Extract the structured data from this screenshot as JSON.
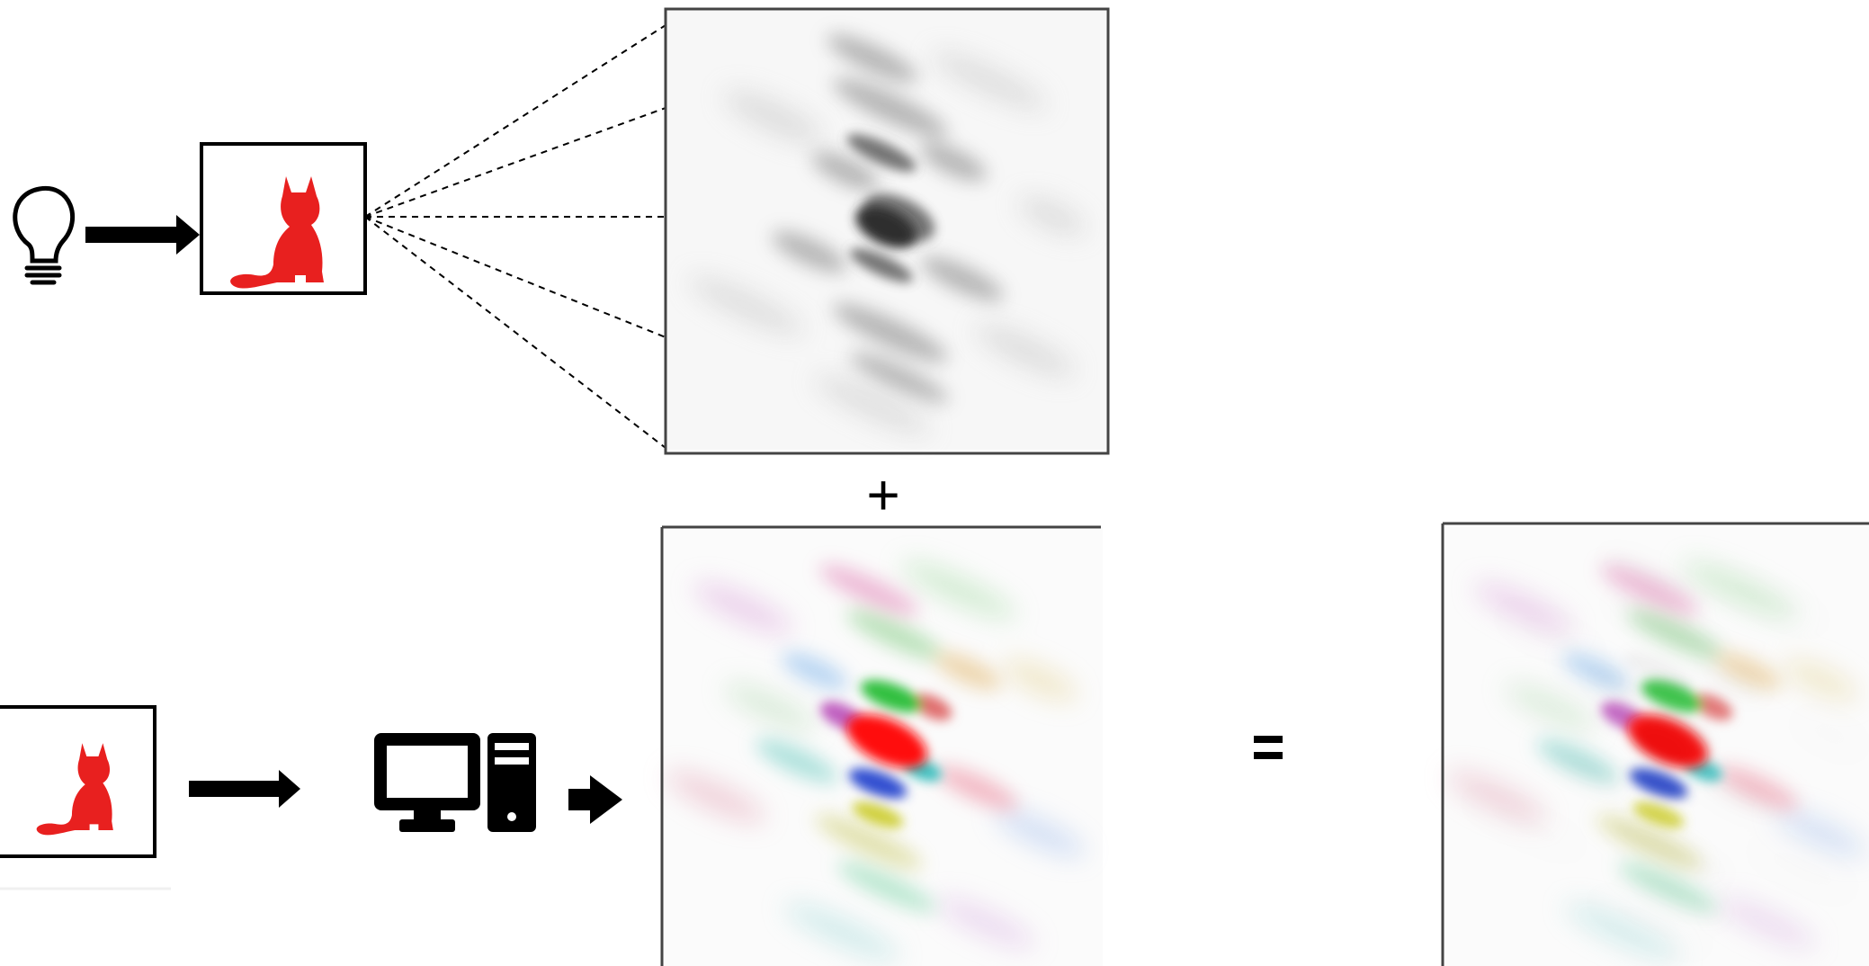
{
  "operators": {
    "plus": "+",
    "equals": "="
  },
  "icons": {
    "light_source": "lightbulb-icon",
    "object": "cat-silhouette-icon",
    "computer": "desktop-computer-icon",
    "arrow": "right-arrow-icon"
  },
  "colors": {
    "object": "#e8201f",
    "ink": "#000000",
    "positive": "#ff2020",
    "green": "#3cc83c",
    "blue": "#3050d8",
    "magenta": "#b040c0",
    "yellow": "#d8d840",
    "cyan": "#40c0d8"
  },
  "panels": {
    "optical": "grayscale-hologram",
    "computed": "color-hologram",
    "result": "combined-hologram"
  }
}
